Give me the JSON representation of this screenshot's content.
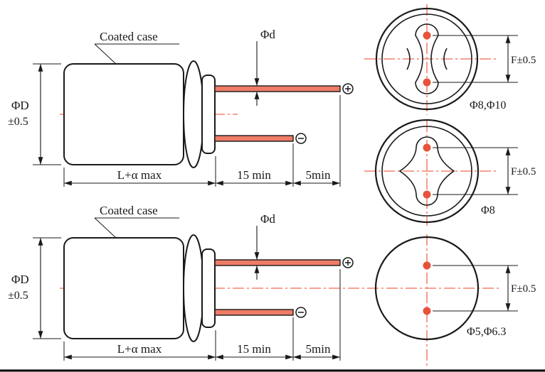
{
  "colors": {
    "ink": "#1a1a1a",
    "accent_red": "#e8523c",
    "centerline_red": "#f2836e",
    "lead_fill": "#ee7c66"
  },
  "side_views": {
    "top": {
      "coated_case": "Coated case",
      "diameter": "ΦD",
      "diameter_tol": "±0.5",
      "body_length": "L+α max",
      "lead_length": "15 min",
      "lead_tip": "5min",
      "lead_diameter": "Φd"
    },
    "bottom": {
      "coated_case": "Coated case",
      "diameter": "ΦD",
      "diameter_tol": "±0.5",
      "body_length": "L+α max",
      "lead_length": "15 min",
      "lead_tip": "5min",
      "lead_diameter": "Φd"
    }
  },
  "end_views": {
    "view1": {
      "size_label": "Φ8,Φ10",
      "pitch": "F±0.5"
    },
    "view2": {
      "size_label": "Φ8",
      "pitch": "F±0.5"
    },
    "view3": {
      "size_label": "Φ5,Φ6.3",
      "pitch": "F±0.5"
    }
  }
}
